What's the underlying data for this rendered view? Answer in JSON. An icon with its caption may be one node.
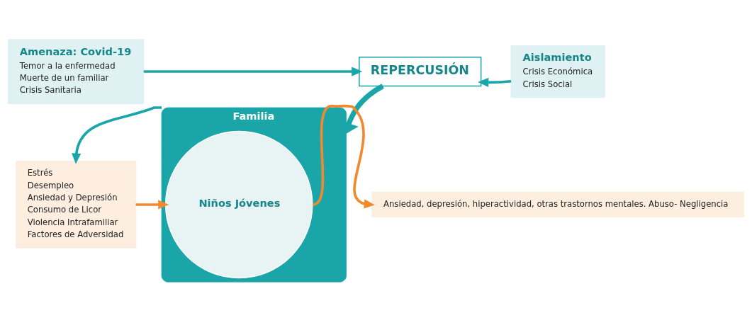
{
  "diagram": {
    "nodes": [
      {
        "text": [
          "Amenaza: Covid-19",
          "Temor a la enfermedad",
          "Muerte de un familiar",
          "Crisis Sanitaria"
        ]
      },
      {
        "text": [
          "REPERCUSIÓN"
        ]
      },
      {
        "text": [
          "Aislamiento",
          "Crisis Económica",
          "Crisis Social"
        ]
      },
      {
        "text": [
          "Familia"
        ]
      },
      {
        "text": [
          "Niños Jóvenes"
        ],
        "in": 3
      },
      {
        "text": [
          "Estrés",
          "Desempleo",
          "Ansiedad y Depresión",
          "Consumo de Licor",
          "Violencia Intrafamiliar",
          "Factores de Adversidad"
        ]
      },
      {
        "text": [
          "Ansiedad, depresión, hiperactividad, otras trastornos mentales. Abuso- Negligencia"
        ]
      }
    ],
    "edges": [
      {
        "from": 0,
        "to": 1,
        "arrow": "to"
      },
      {
        "from": 2,
        "to": 1,
        "arrow": "to"
      },
      {
        "from": 1,
        "to": 3,
        "arrow": "to",
        "style": "thick"
      },
      {
        "from": 3,
        "to": 5,
        "arrow": "to"
      },
      {
        "from": 5,
        "to": 4,
        "arrow": "to",
        "color": "#f08a2c"
      },
      {
        "from": 4,
        "to": 6,
        "arrow": "to",
        "color": "#f08a2c"
      }
    ]
  }
}
